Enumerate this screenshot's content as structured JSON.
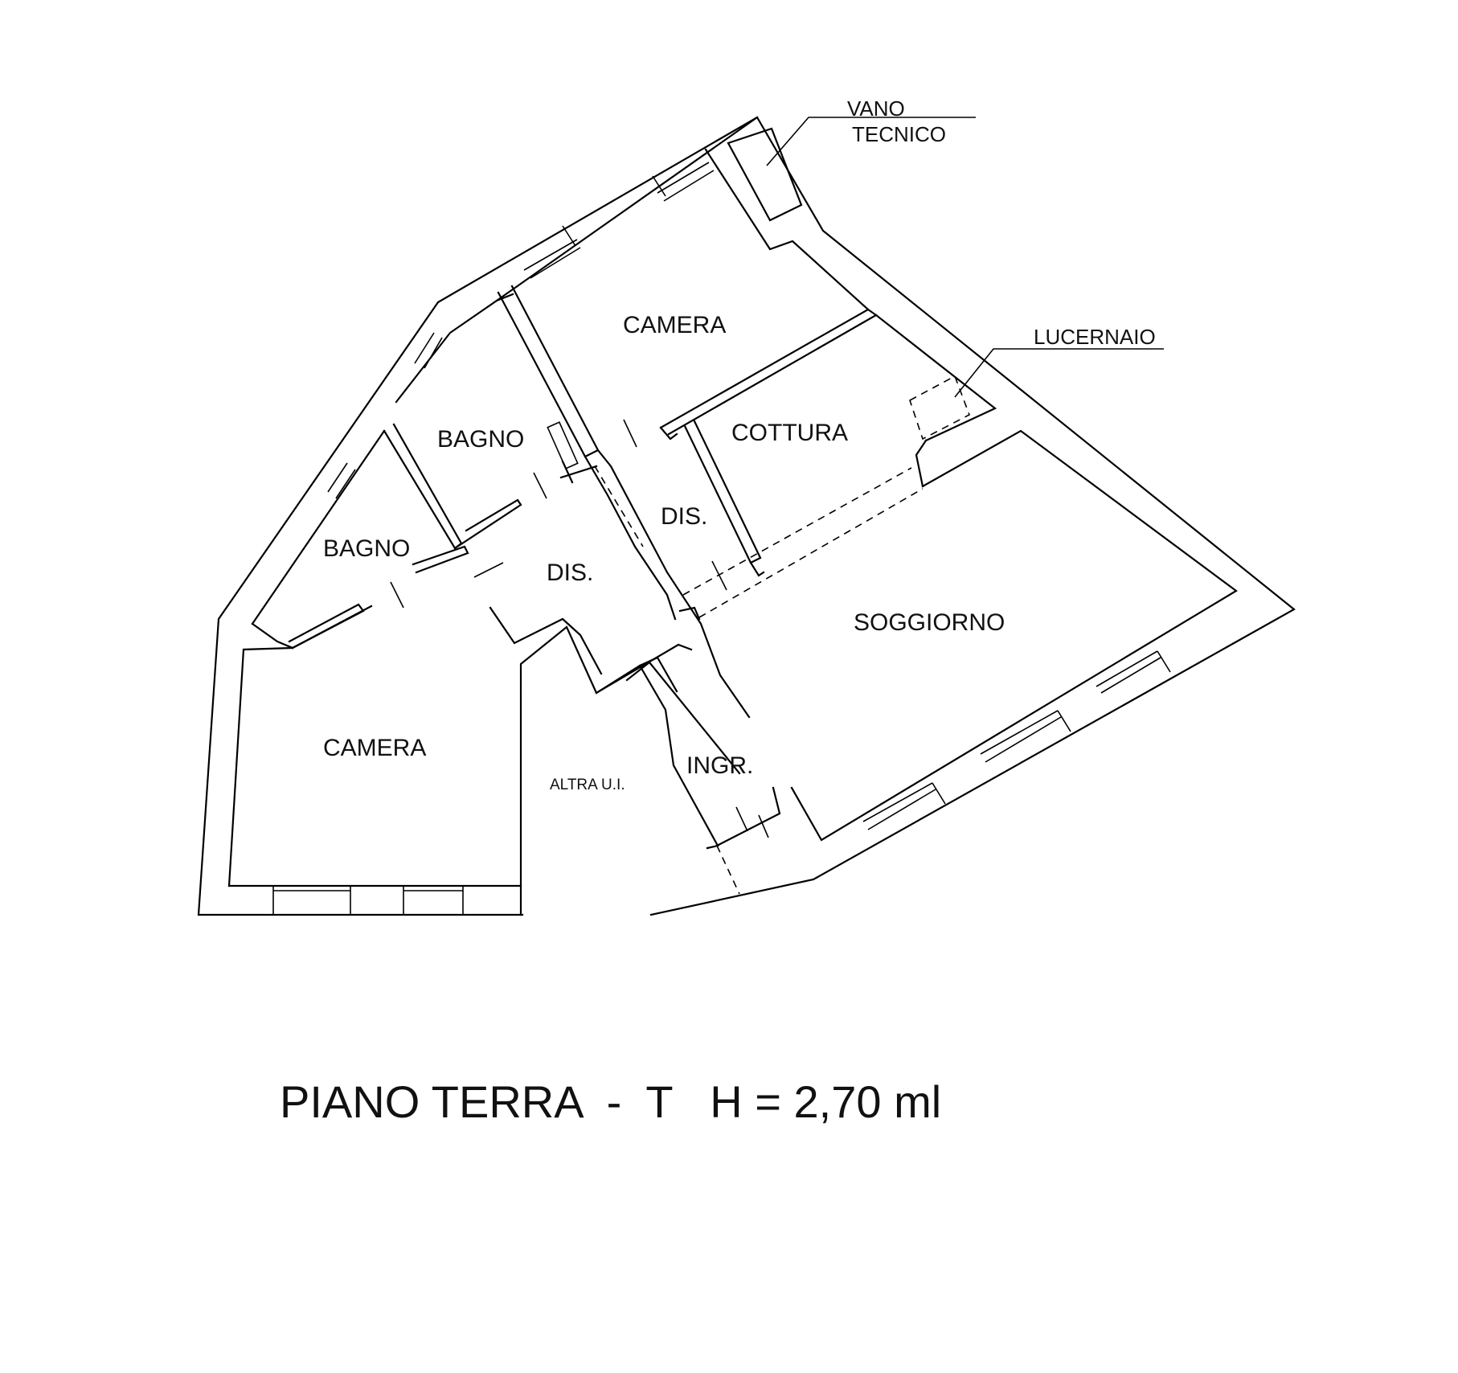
{
  "rooms": {
    "camera_top": "CAMERA",
    "camera_bottom": "CAMERA",
    "bagno_upper": "BAGNO",
    "bagno_lower": "BAGNO",
    "cottura": "COTTURA",
    "dis_right": "DIS.",
    "dis_left": "DIS.",
    "soggiorno": "SOGGIORNO",
    "ingresso": "INGR.",
    "altra_ui": "ALTRA U.I."
  },
  "callouts": {
    "vano_line1": "VANO",
    "vano_line2": "TECNICO",
    "lucernaio": "LUCERNAIO"
  },
  "title": "PIANO TERRA  -  T   H = 2,70 ml"
}
